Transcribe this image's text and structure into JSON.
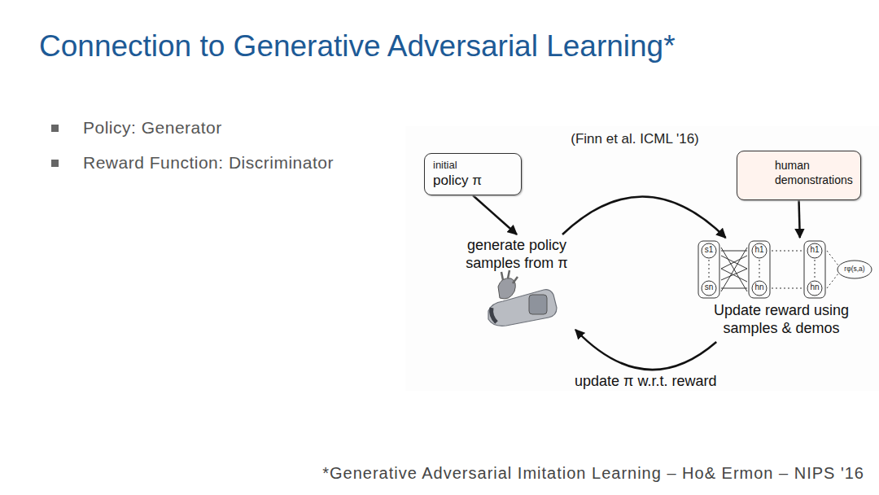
{
  "diagram": {
    "title": "Connection to Generative Adversarial Learning*",
    "caption": "*Generative Adversarial Imitation Learning – Ho& Ermon – NIPS '16",
    "nodes": [
      {
        "text": [
          "initial",
          "policy π"
        ]
      },
      {
        "text": [
          "generate policy samples from π"
        ]
      },
      {
        "text": [
          "human demonstrations"
        ]
      },
      {
        "text": [
          "Update reward using samples & demos"
        ]
      }
    ],
    "edges": [
      {
        "from": 0,
        "to": 1,
        "arrow": "to"
      },
      {
        "from": 1,
        "to": 3,
        "arrow": "to"
      },
      {
        "from": 2,
        "to": 3,
        "arrow": "to"
      },
      {
        "from": 3,
        "to": 1,
        "arrow": "to",
        "label": "update π w.r.t. reward"
      }
    ],
    "labels": [
      "Policy: Generator",
      "Reward Function: Discriminator",
      "(Finn et al. ICML '16)",
      "s1",
      "sn",
      "h1",
      "hn",
      "h1",
      "hn",
      "rφ(s,a)"
    ]
  }
}
